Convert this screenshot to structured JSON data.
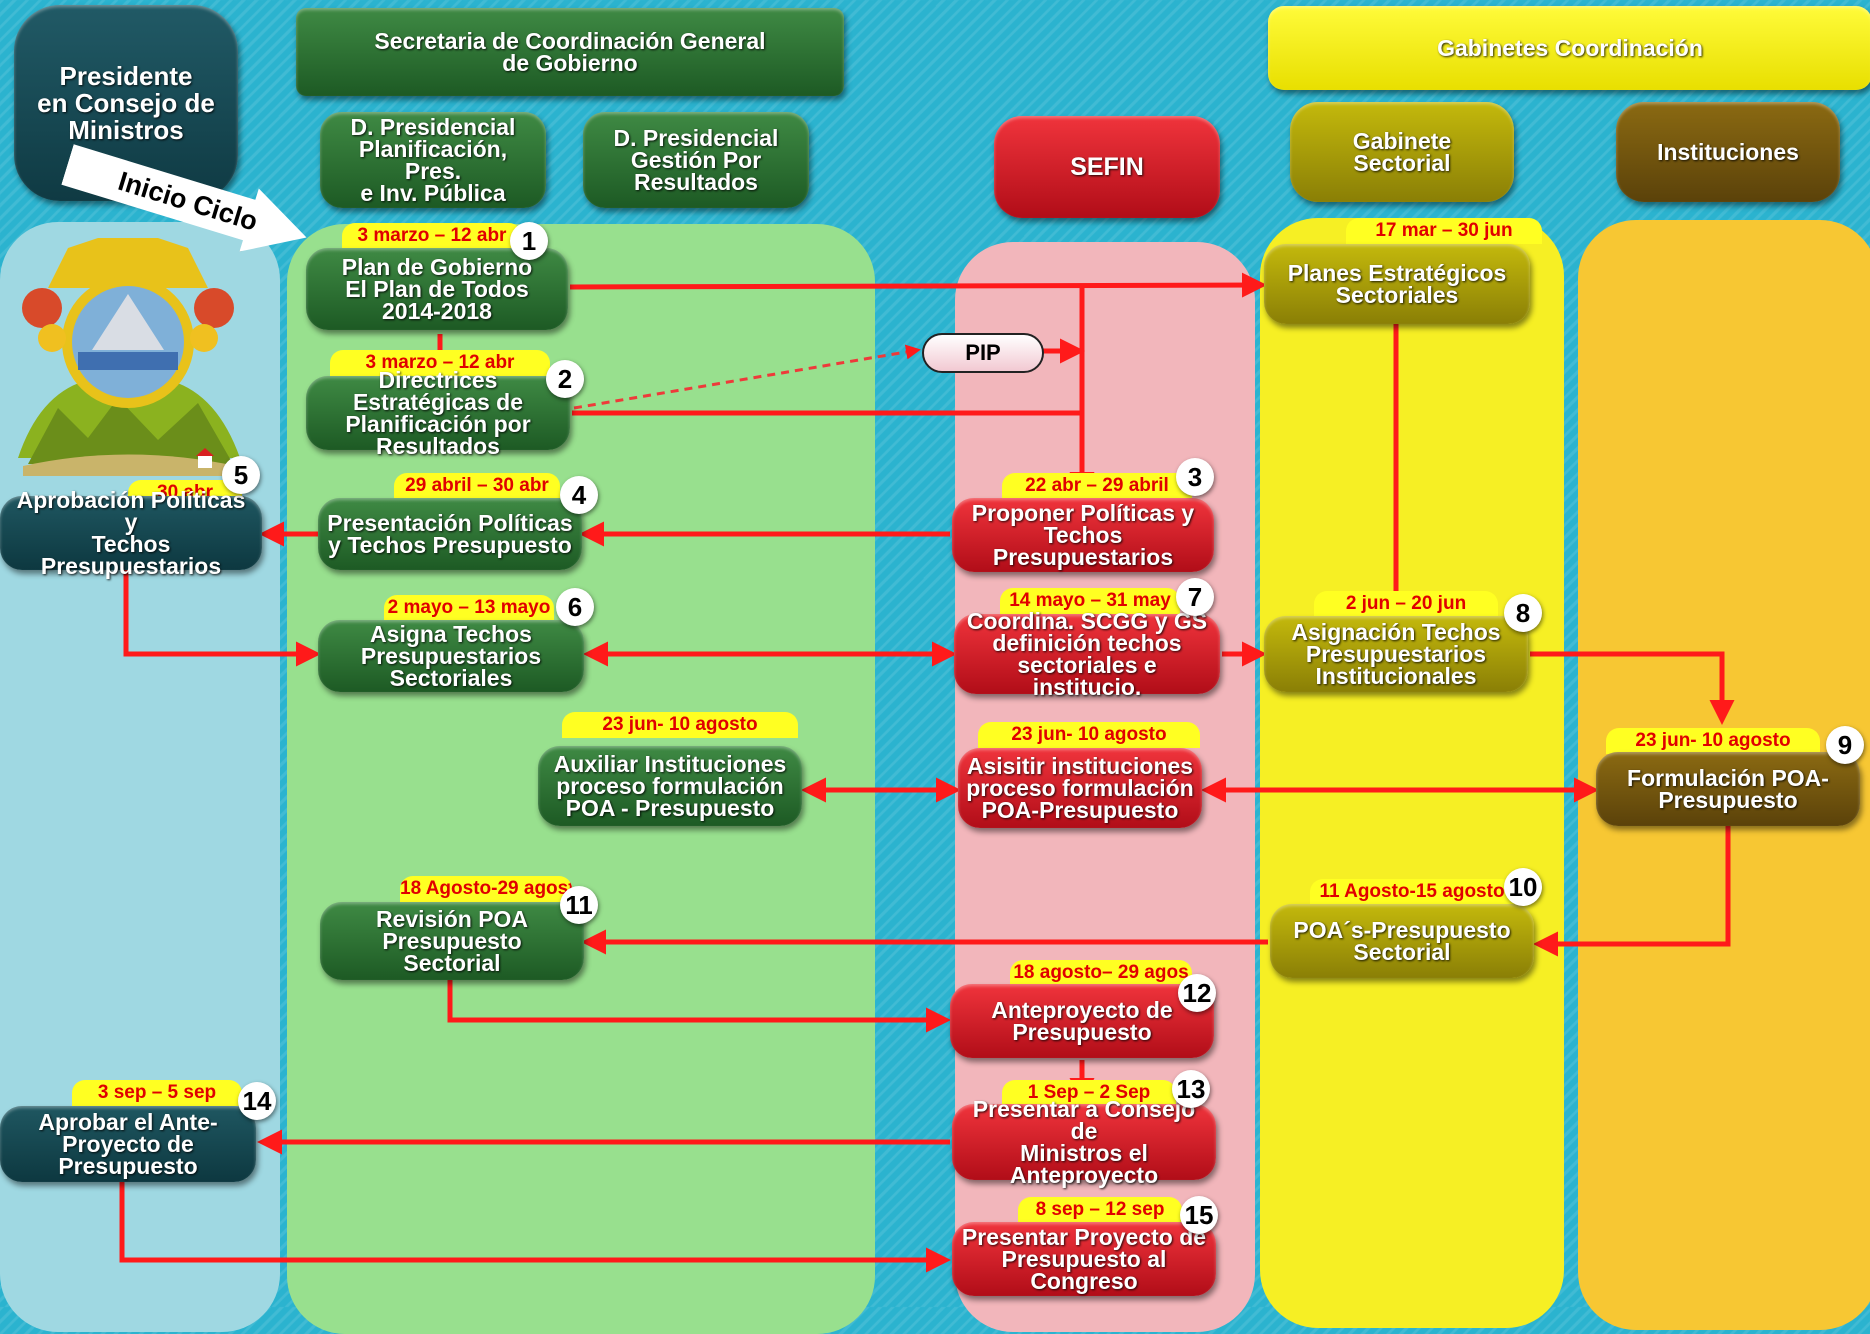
{
  "colors": {
    "red_arrow": "#ff1a1a",
    "date_tag_bg": "#ffff22",
    "date_tag_text": "#e00000"
  },
  "headers": {
    "presidente": "Presidente\nen Consejo de\nMinistros",
    "scgg": "Secretaria de Coordinación General\nde Gobierno",
    "gabinetes": "Gabinetes Coordinación",
    "dp_planificacion": "D. Presidencial\nPlanificación, Pres.\ne Inv. Pública",
    "dp_gestion": "D. Presidencial\nGestión Por\nResultados",
    "sefin": "SEFIN",
    "gabinete_sectorial": "Gabinete\nSectorial",
    "instituciones": "Instituciones"
  },
  "inicio_ciclo": "Inicio Ciclo",
  "emblem_icon": "honduras-coat-of-arms-icon",
  "pip": "PIP",
  "steps": [
    {
      "id": "s1",
      "num": "1",
      "date": "3 marzo – 12 abr",
      "text": "Plan de Gobierno\nEl Plan de Todos\n2014-2018"
    },
    {
      "id": "s2",
      "num": "2",
      "date": "3 marzo – 12 abr",
      "text": "Directrices\nEstratégicas de\nPlanificación por\nResultados"
    },
    {
      "id": "s3",
      "num": "3",
      "date": "22 abr – 29 abril",
      "text": "Proponer Políticas y\nTechos\nPresupuestarios"
    },
    {
      "id": "s4",
      "num": "4",
      "date": "29 abril – 30 abr",
      "text": "Presentación Políticas\ny Techos Presupuesto"
    },
    {
      "id": "s5",
      "num": "5",
      "date": "30 abr",
      "text": "Aprobación Políticas y\nTechos\nPresupuestarios"
    },
    {
      "id": "s6",
      "num": "6",
      "date": "2 mayo – 13 mayo",
      "text": "Asigna Techos\nPresupuestarios\nSectoriales"
    },
    {
      "id": "s7",
      "num": "7",
      "date": "14 mayo – 31 may",
      "text": "Coordina. SCGG y GS\ndefinición techos\nsectoriales e institucio."
    },
    {
      "id": "s8",
      "num": "8",
      "date": "2 jun – 20 jun",
      "text": "Asignación Techos\nPresupuestarios\nInstitucionales"
    },
    {
      "id": "sPE",
      "num": "",
      "date": "17 mar – 30 jun",
      "text": "Planes Estratégicos\nSectoriales"
    },
    {
      "id": "sAux",
      "num": "",
      "date": "23 jun- 10 agosto",
      "text": "Auxiliar Instituciones\nproceso formulación\nPOA - Presupuesto"
    },
    {
      "id": "sAsi",
      "num": "",
      "date": "23 jun- 10 agosto",
      "text": "Asisitir instituciones\nproceso formulación\nPOA-Presupuesto"
    },
    {
      "id": "s9",
      "num": "9",
      "date": "23 jun- 10 agosto",
      "text": "Formulación POA-\nPresupuesto"
    },
    {
      "id": "s10",
      "num": "10",
      "date": "11 Agosto-15 agosto",
      "text": "POA´s-Presupuesto\nSectorial"
    },
    {
      "id": "s11",
      "num": "11",
      "date": "18 Agosto-29 agost",
      "text": "Revisión POA\nPresupuesto\nSectorial"
    },
    {
      "id": "s12",
      "num": "12",
      "date": "18 agosto– 29 agos",
      "text": "Anteproyecto de\nPresupuesto"
    },
    {
      "id": "s13",
      "num": "13",
      "date": "1 Sep – 2 Sep",
      "text": "Presentar a Consejo de\nMinistros el\nAnteproyecto"
    },
    {
      "id": "s14",
      "num": "14",
      "date": "3 sep – 5 sep",
      "text": "Aprobar el Ante-\nProyecto de\nPresupuesto"
    },
    {
      "id": "s15",
      "num": "15",
      "date": "8 sep – 12 sep",
      "text": "Presentar Proyecto de\nPresupuesto al\nCongreso"
    }
  ]
}
